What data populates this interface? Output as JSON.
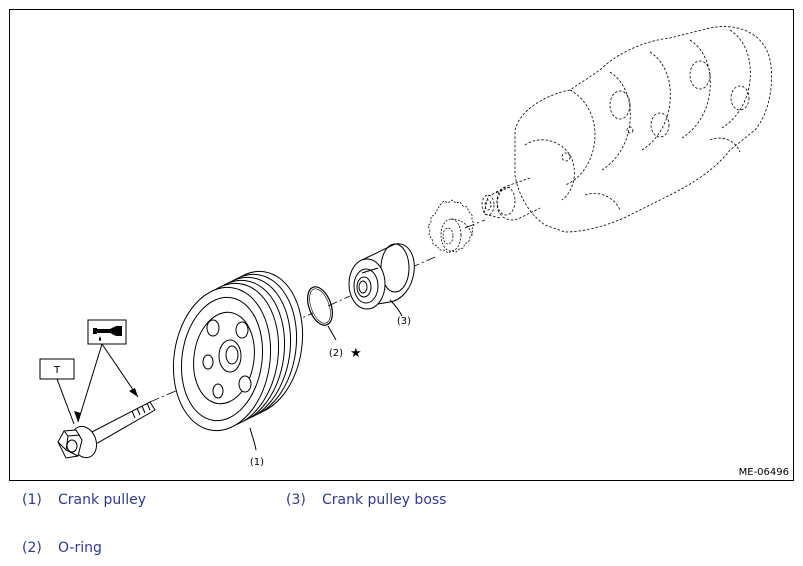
{
  "diagram": {
    "figure_code": "ME-06496",
    "callouts": {
      "pulley": "(1)",
      "oring": "(2)",
      "boss": "(3)",
      "torque_tag": "T"
    },
    "star_symbol": "★"
  },
  "legend": [
    {
      "num": "(1)",
      "text": "Crank pulley"
    },
    {
      "num": "(3)",
      "text": "Crank pulley boss"
    },
    {
      "num": "(2)",
      "text": "O-ring"
    }
  ]
}
